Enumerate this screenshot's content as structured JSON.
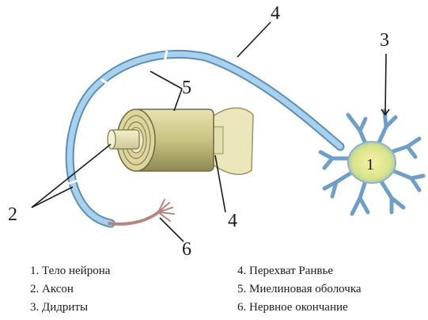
{
  "callouts": {
    "c1": "1",
    "c2": "2",
    "c3": "3",
    "c4_top": "4",
    "c4_bottom": "4",
    "c5": "5",
    "c6": "6"
  },
  "legend": [
    "1. Тело нейрона",
    "2. Аксон",
    "3. Дидриты",
    "4. Перехват Ранвье",
    "5. Миелиновая оболочка",
    "6. Нервное окончание"
  ],
  "colors": {
    "myelin": "#9cc6e6",
    "myelin_outline": "#5a8fb8",
    "cell_body": "#e9ef9a",
    "dendrites": "#7eaed2",
    "terminal": "#c9a09a",
    "sheath": "#cfc98e",
    "line": "#1a1a1a"
  }
}
